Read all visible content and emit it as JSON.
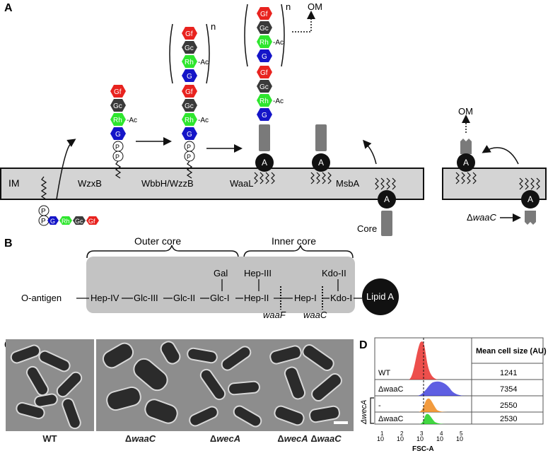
{
  "panels": {
    "a": "A",
    "b": "B",
    "c": "C",
    "d": "D"
  },
  "panelA": {
    "membrane": "IM",
    "enzymes": [
      "WzxB",
      "WbbH/WzzB",
      "WaaL",
      "MsbA"
    ],
    "sugars": {
      "gf": "Gf",
      "gc": "Gc",
      "rh": "Rh",
      "g": "G",
      "p": "P",
      "acetyl": "-Ac"
    },
    "repeat": "n",
    "om": "OM",
    "lipidA": "A",
    "core": "Core",
    "waac_prefix": "Δ",
    "waac_gene": "waaC",
    "colors": {
      "gf": "#e8231f",
      "gc": "#3a3a3a",
      "rh": "#2ee62e",
      "g": "#1515c8",
      "membrane": "#d4d4d4"
    }
  },
  "panelB": {
    "outer_core": "Outer core",
    "inner_core": "Inner core",
    "o_antigen": "O-antigen",
    "sugars": [
      "Hep-IV",
      "Glc-III",
      "Glc-II",
      "Glc-I",
      "Hep-II",
      "Hep-I",
      "Kdo-I"
    ],
    "branches": [
      "Gal",
      "Hep-III",
      "Kdo-II"
    ],
    "lipid_a": "Lipid A",
    "genes": [
      "waaF",
      "waaC"
    ]
  },
  "panelC": {
    "captions": [
      {
        "prefix": "",
        "gene": "",
        "text": "WT"
      },
      {
        "prefix": "Δ",
        "gene": "waaC",
        "text": ""
      },
      {
        "prefix": "Δ",
        "gene": "wecA",
        "text": ""
      },
      {
        "prefix": "Δ",
        "gene": "wecA",
        "text": " ",
        "prefix2": "Δ",
        "gene2": "waaC"
      }
    ]
  },
  "panelD": {
    "header": "Mean cell size (AU)",
    "rows": [
      {
        "label": "WT",
        "value": "1241",
        "color": "#e8231f"
      },
      {
        "label": "ΔwaaC",
        "value": "7354",
        "color": "#2a2ad8"
      },
      {
        "label": "-",
        "value": "2550",
        "color": "#f08a1c"
      },
      {
        "label": "ΔwaaC",
        "value": "2530",
        "color": "#20d020"
      }
    ],
    "group_label": "ΔwecA",
    "xticks": [
      "1",
      "10",
      "2",
      "10",
      "3",
      "10",
      "4",
      "10",
      "5",
      "10"
    ],
    "xlabel": "FSC-A"
  }
}
